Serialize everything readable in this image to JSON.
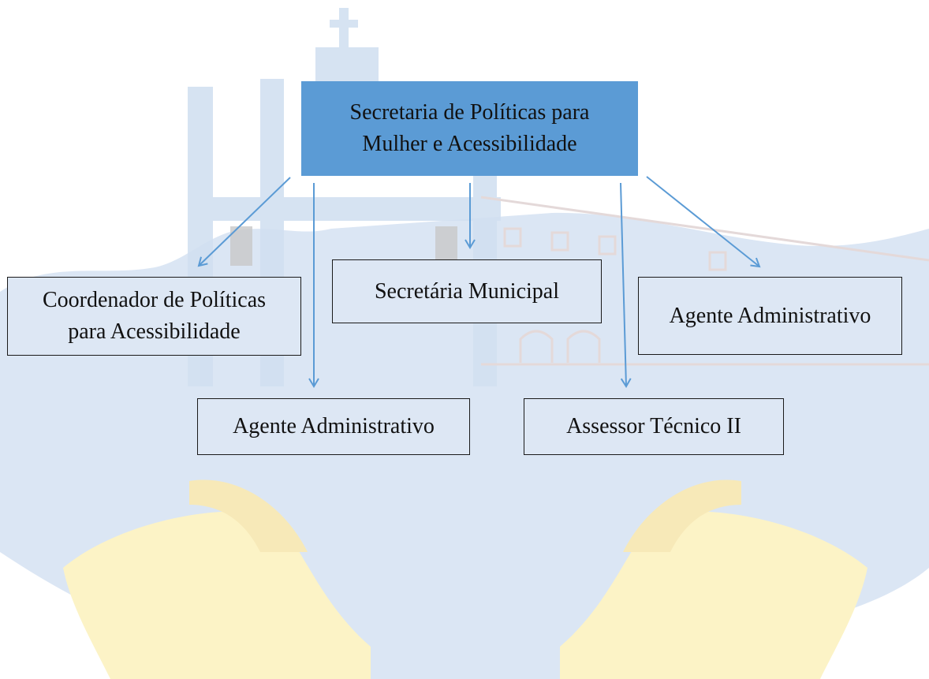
{
  "root": {
    "line1": "Secretaria de Políticas para",
    "line2": "Mulher e Acessibilidade"
  },
  "children": {
    "coordenador": {
      "line1": "Coordenador de Políticas",
      "line2": "para Acessibilidade"
    },
    "secretaria_municipal": "Secretária Municipal",
    "agente_direita": "Agente Administrativo",
    "agente_centro": "Agente Administrativo",
    "assessor": "Assessor Técnico II"
  },
  "colors": {
    "root_fill": "#5b9bd5",
    "child_fill": "#dde7f4",
    "arrow": "#5b9bd5",
    "watermark_blue": "#d6e3f3",
    "watermark_yellow": "#fcf3c6"
  }
}
